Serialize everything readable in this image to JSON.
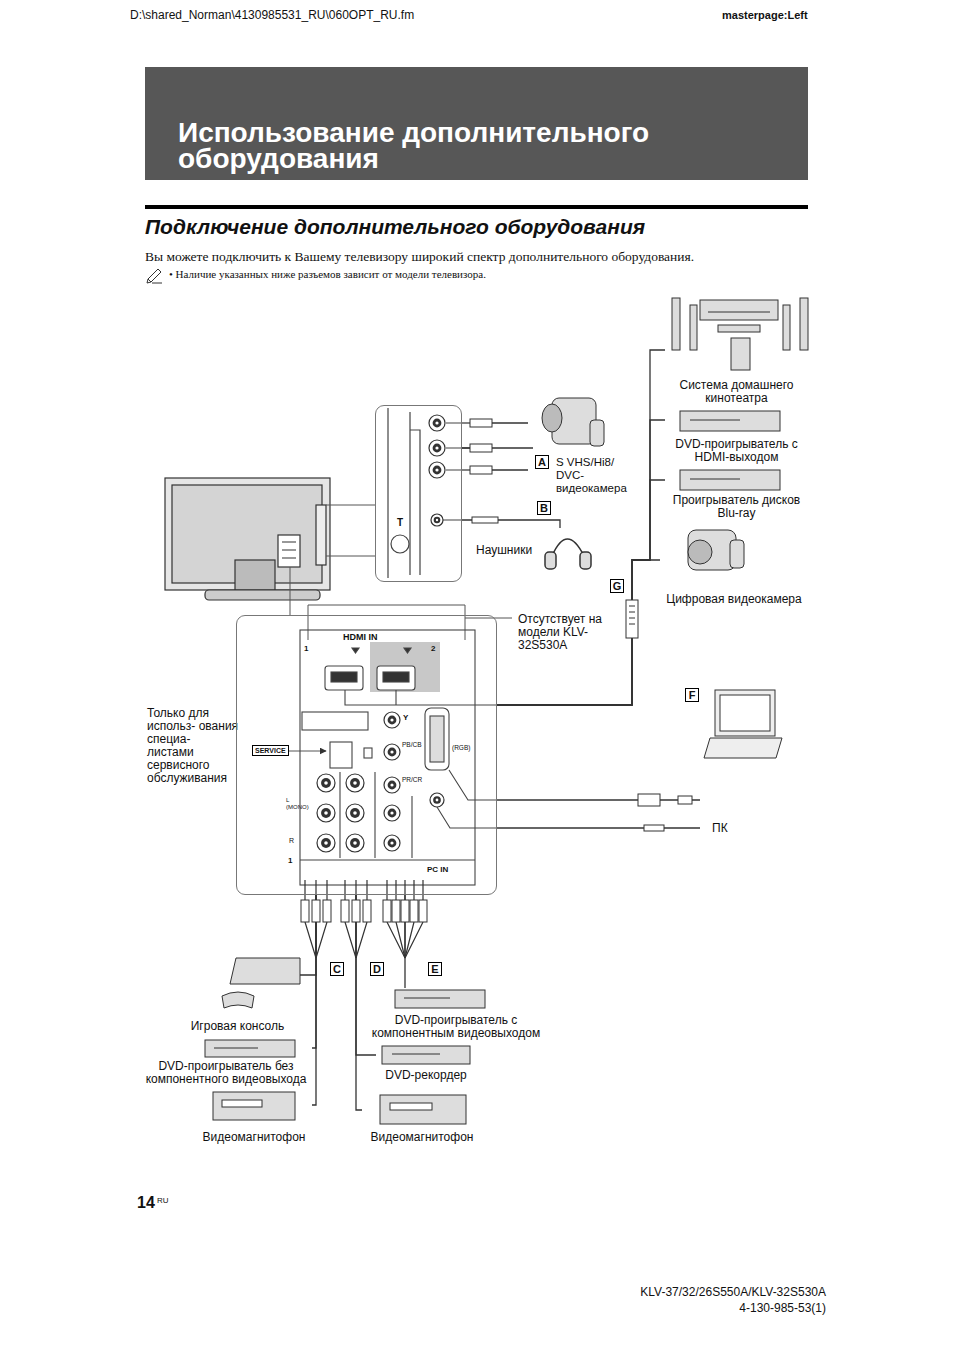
{
  "diagram": {
    "title": "Использование дополнительного оборудования",
    "nodes": [
      {
        "text": [
          "T"
        ]
      },
      {
        "text": [
          "PC IN"
        ]
      },
      {
        "text": [
          "Система домашнего кинотеатра"
        ]
      },
      {
        "text": [
          "DVD-проигрыватель с HDMI-выходом"
        ]
      },
      {
        "text": [
          "Проигрыватель дисков Blu-ray"
        ]
      },
      {
        "text": [
          "Цифровая видеокамера"
        ]
      },
      {
        "text": [
          "S VHS/Hi8/ DVC- видеокамера"
        ]
      },
      {
        "text": [
          "Наушники"
        ]
      },
      {
        "text": [
          "ПК"
        ]
      },
      {
        "text": [
          "Игровая консоль"
        ]
      },
      {
        "text": [
          "DVD-проигрыватель без компонентного видеовыхода"
        ]
      },
      {
        "text": [
          "Видеомагнитофон"
        ]
      },
      {
        "text": [
          "DVD-проигрыватель с компонентным видеовыходом"
        ]
      },
      {
        "text": [
          "DVD-рекордер"
        ]
      },
      {
        "text": [
          "Видеомагнитофон"
        ]
      }
    ],
    "edges": [
      {
        "from": 6,
        "to": 0,
        "arrow": "none"
      },
      {
        "from": 7,
        "to": 0,
        "arrow": "none"
      },
      {
        "from": 2,
        "to": 1,
        "arrow": "none"
      },
      {
        "from": 3,
        "to": 1,
        "arrow": "none"
      },
      {
        "from": 4,
        "to": 1,
        "arrow": "none"
      },
      {
        "from": 5,
        "to": 1,
        "arrow": "none"
      },
      {
        "from": 8,
        "to": 1,
        "arrow": "none"
      },
      {
        "from": 8,
        "to": 1,
        "arrow": "none"
      },
      {
        "from": 9,
        "to": 1,
        "arrow": "none"
      },
      {
        "from": 10,
        "to": 1,
        "arrow": "none"
      },
      {
        "from": 11,
        "to": 1,
        "arrow": "none"
      },
      {
        "from": 12,
        "to": 1,
        "arrow": "none"
      },
      {
        "from": 13,
        "to": 1,
        "arrow": "none"
      },
      {
        "from": 14,
        "to": 1,
        "arrow": "none"
      }
    ],
    "labels": [
      "D:\\shared_Norman\\4130985531_RU\\060OPT_RU.fm",
      "masterpage:Left",
      "Подключение дополнительного оборудования",
      "Вы можете подключить к Вашему телевизору широкий спектр дополнительного оборудования.",
      "• Наличие указанных ниже разъемов зависит от модели телевизора.",
      "A",
      "B",
      "G",
      "F",
      "C",
      "D",
      "E",
      "Отсутствует на модели KLV-32S530A",
      "Только для использ- ования специа- листами сервисного обслуживания",
      "SERVICE",
      "HDMI IN",
      "1",
      "2",
      "Y",
      "PB/CB",
      "PR/CR",
      "(RGB)",
      "L (MONO)",
      "R",
      "1",
      "14",
      "RU",
      "KLV-37/32/26S550A/KLV-32S530A",
      "4-130-985-53(1)"
    ]
  }
}
